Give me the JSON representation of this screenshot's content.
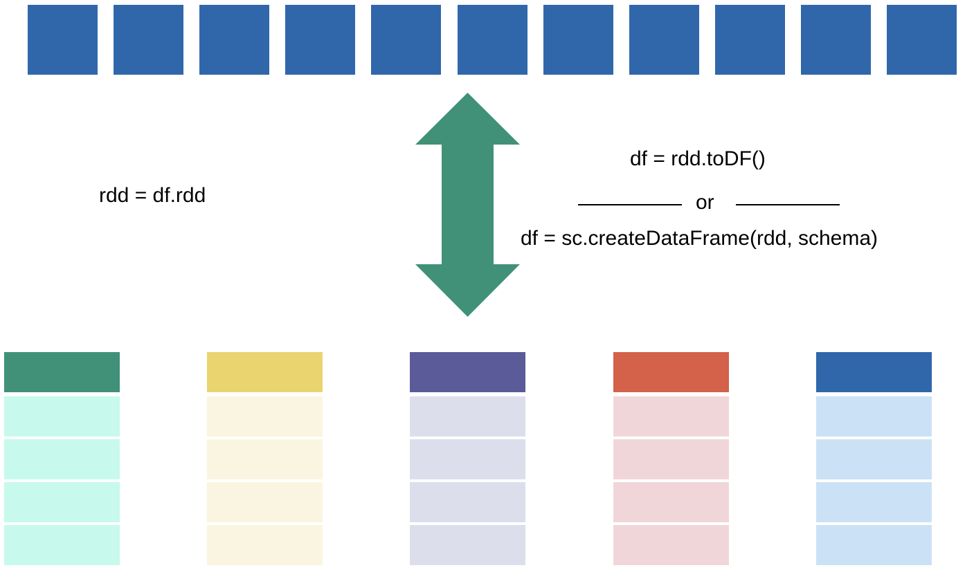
{
  "labels": {
    "rdd_from_df": "rdd = df.rdd",
    "df_to_df": "df = rdd.toDF()",
    "or": "or",
    "df_create": "df = sc.createDataFrame(rdd, schema)"
  },
  "rdd": {
    "block_count": 11,
    "color": "#3067aa"
  },
  "arrow": {
    "color": "#409177"
  },
  "dataframe": {
    "columns": [
      {
        "header_color": "#409177",
        "cell_color": "#c7faec"
      },
      {
        "header_color": "#e9d470",
        "cell_color": "#faf5e0"
      },
      {
        "header_color": "#5a5b98",
        "cell_color": "#dcdfeb"
      },
      {
        "header_color": "#d4614a",
        "cell_color": "#f1d6d9"
      },
      {
        "header_color": "#3067aa",
        "cell_color": "#cbe1f6"
      }
    ],
    "rows_per_column": 4
  }
}
